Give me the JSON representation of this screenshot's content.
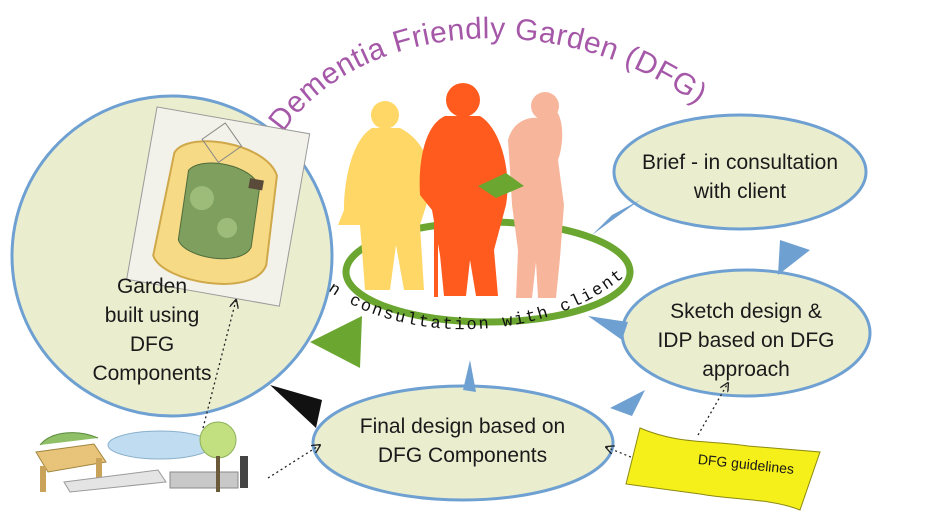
{
  "toolkit_title": "Dementia Friendly Garden (DFG) Toolkit",
  "consultation_label": "In consultation with client",
  "nodes": {
    "brief": [
      "Brief - in consultation",
      "with client"
    ],
    "sketch": [
      "Sketch design &",
      "IDP based on DFG",
      "approach"
    ],
    "final": [
      "Final design based on",
      "DFG Components"
    ],
    "garden": [
      "Garden",
      "built using",
      "DFG",
      "Components"
    ]
  },
  "guidelines_label": "DFG guidelines",
  "colors": {
    "title": "#a558a8",
    "node_fill": "#eaeecf",
    "node_stroke": "#6fa0d2",
    "cycle_arrow": "#6aa630",
    "person_left": "#ffd766",
    "person_center": "#ff5b1f",
    "person_right": "#f7b69c",
    "book": "#f5ef1a",
    "flow_arrow": "#6fa0d2"
  }
}
